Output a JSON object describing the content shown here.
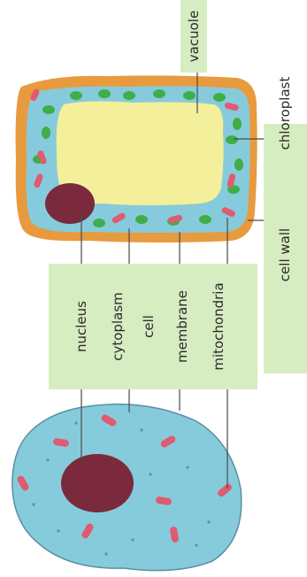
{
  "labels": {
    "vacuole": "vacuole",
    "chloroplast": "chloroplast",
    "cell_wall": "cell wall",
    "nucleus": "nucleus",
    "cytoplasm": "cytoplasm",
    "cell": "cell",
    "membrane": "membrane",
    "mitochondria": "mitochondria"
  },
  "colors": {
    "label_box": "#d6ecc1",
    "cell_wall": "#e89a3e",
    "cytoplasm": "#86cbdc",
    "vacuole": "#f4ef9a",
    "nucleus": "#7b2a3d",
    "chloroplast": "#3fae49",
    "mitochondria": "#e05a70"
  }
}
